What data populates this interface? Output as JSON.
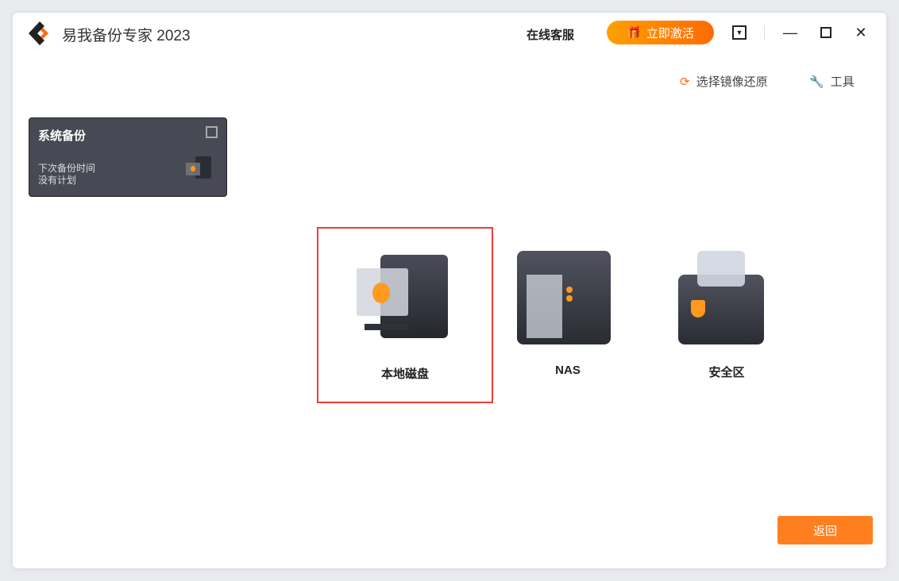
{
  "app": {
    "title": "易我备份专家 2023"
  },
  "header": {
    "support": "在线客服",
    "activate": "立即激活"
  },
  "toolbar": {
    "restore_image": "选择镜像还原",
    "tools": "工具"
  },
  "card": {
    "title": "系统备份",
    "next_label": "下次备份时间",
    "next_value": "没有计划"
  },
  "targets": [
    {
      "label": "本地磁盘",
      "selected": true
    },
    {
      "label": "NAS"
    },
    {
      "label": "安全区"
    }
  ],
  "footer": {
    "back": "返回"
  },
  "colors": {
    "accent": "#ff7f1f",
    "selection": "#f03a3a"
  }
}
